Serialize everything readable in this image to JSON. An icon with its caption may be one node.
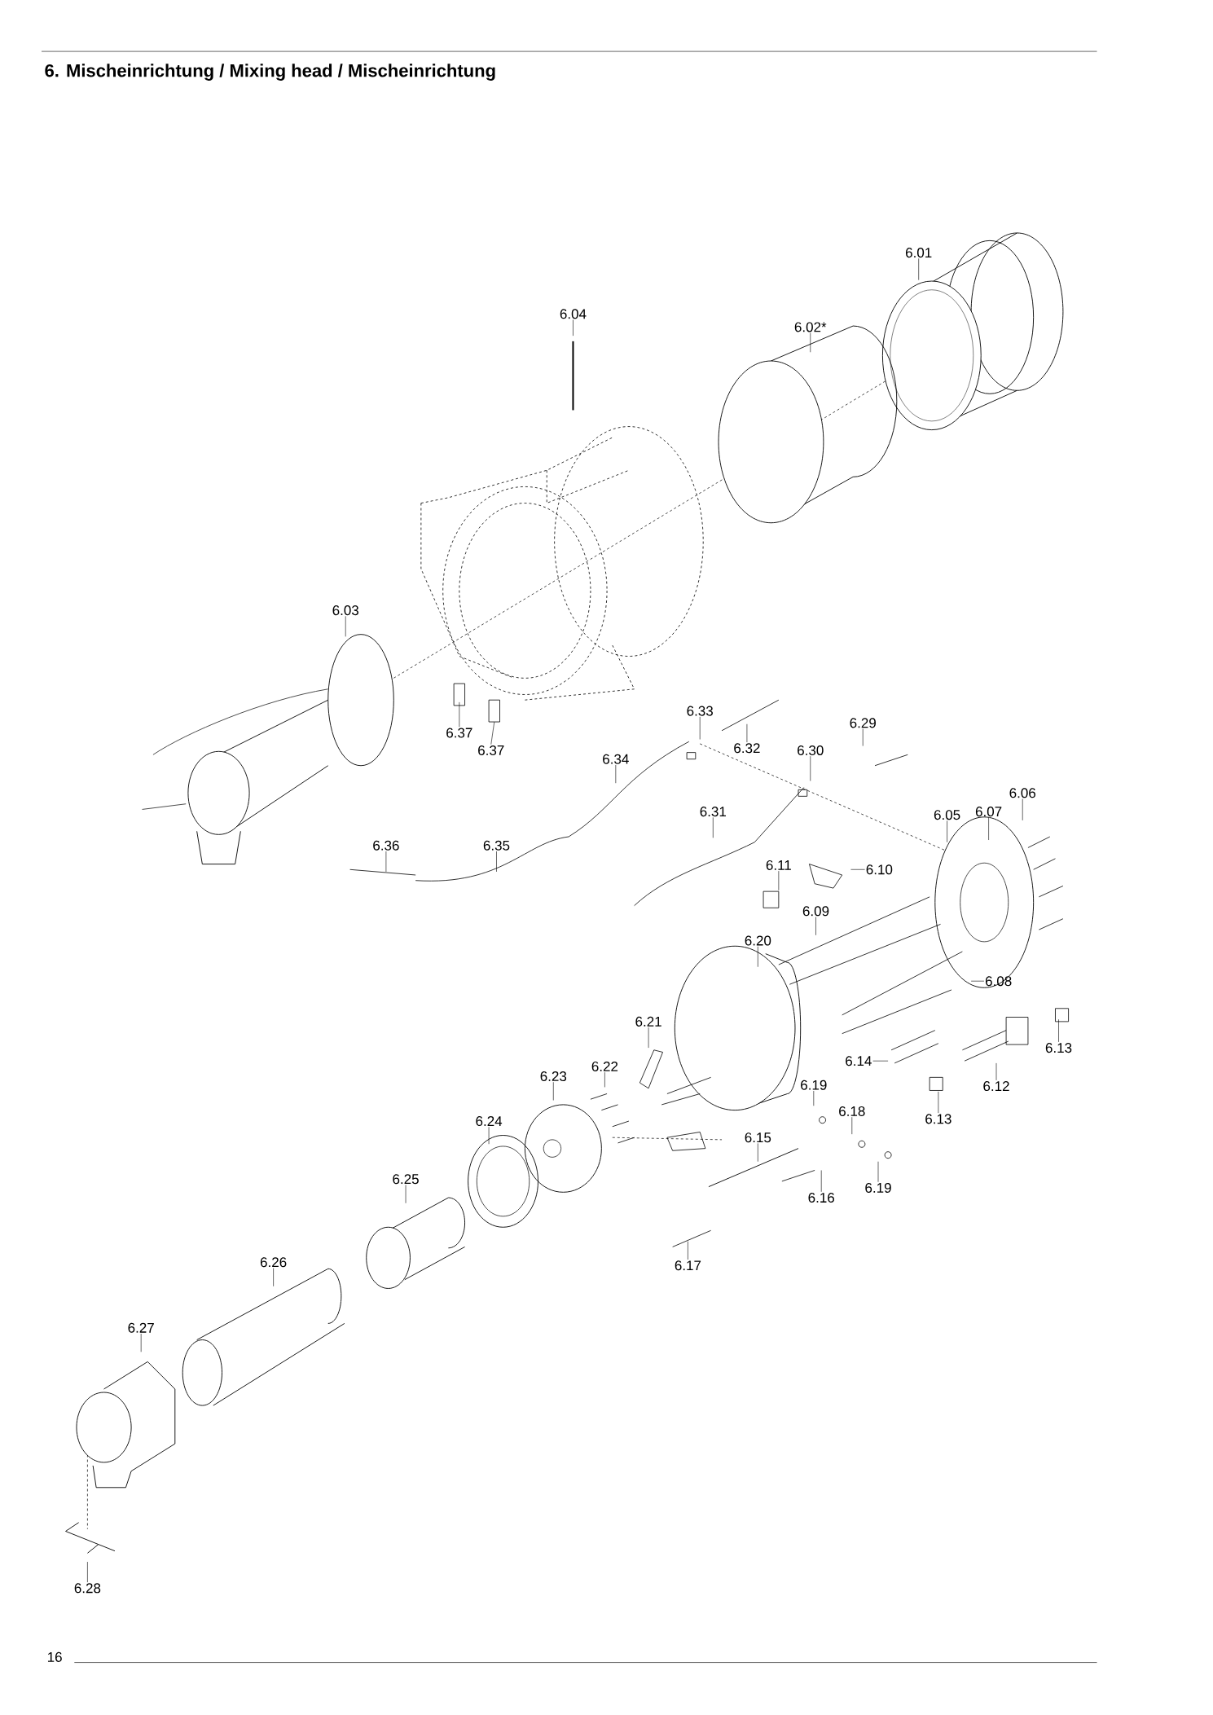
{
  "diagram": {
    "title": "6. Mischeinrichtung / Mixing head / Mischeinrichtung",
    "nodes": [
      {
        "text": [
          "6.01"
        ]
      },
      {
        "text": [
          "6.04"
        ]
      },
      {
        "text": [
          "6.02*"
        ]
      },
      {
        "text": [
          "6.03"
        ]
      },
      {
        "text": [
          "6.37"
        ]
      },
      {
        "text": [
          "6.37"
        ]
      },
      {
        "text": [
          "6.33"
        ]
      },
      {
        "text": [
          "6.32"
        ]
      },
      {
        "text": [
          "6.29"
        ]
      },
      {
        "text": [
          "6.30"
        ]
      },
      {
        "text": [
          "6.34"
        ]
      },
      {
        "text": [
          "6.06"
        ]
      },
      {
        "text": [
          "6.05"
        ]
      },
      {
        "text": [
          "6.07"
        ]
      },
      {
        "text": [
          "6.31"
        ]
      },
      {
        "text": [
          "6.36"
        ]
      },
      {
        "text": [
          "6.35"
        ]
      },
      {
        "text": [
          "6.11"
        ]
      },
      {
        "text": [
          "6.10"
        ]
      },
      {
        "text": [
          "6.09"
        ]
      },
      {
        "text": [
          "6.20"
        ]
      },
      {
        "text": [
          "6.08"
        ]
      },
      {
        "text": [
          "6.21"
        ]
      },
      {
        "text": [
          "6.13"
        ]
      },
      {
        "text": [
          "6.14"
        ]
      },
      {
        "text": [
          "6.22"
        ]
      },
      {
        "text": [
          "6.23"
        ]
      },
      {
        "text": [
          "6.19"
        ]
      },
      {
        "text": [
          "6.12"
        ]
      },
      {
        "text": [
          "6.18"
        ]
      },
      {
        "text": [
          "6.13"
        ]
      },
      {
        "text": [
          "6.24"
        ]
      },
      {
        "text": [
          "6.15"
        ]
      },
      {
        "text": [
          "6.25"
        ]
      },
      {
        "text": [
          "6.19"
        ]
      },
      {
        "text": [
          "6.16"
        ]
      },
      {
        "text": [
          "6.17"
        ]
      },
      {
        "text": [
          "6.26"
        ]
      },
      {
        "text": [
          "6.27"
        ]
      },
      {
        "text": [
          "6.28"
        ]
      }
    ],
    "edges": [
      {
        "from": 0,
        "to": null,
        "arrow": "none"
      },
      {
        "from": 1,
        "to": null,
        "arrow": "none"
      },
      {
        "from": 2,
        "to": null,
        "arrow": "none"
      },
      {
        "from": 3,
        "to": null,
        "arrow": "none"
      },
      {
        "from": 4,
        "to": null,
        "arrow": "none"
      },
      {
        "from": 5,
        "to": null,
        "arrow": "none"
      },
      {
        "from": 6,
        "to": null,
        "arrow": "none"
      },
      {
        "from": 7,
        "to": null,
        "arrow": "none"
      },
      {
        "from": 8,
        "to": null,
        "arrow": "none"
      },
      {
        "from": 9,
        "to": null,
        "arrow": "none"
      },
      {
        "from": 10,
        "to": null,
        "arrow": "none"
      },
      {
        "from": 11,
        "to": null,
        "arrow": "none"
      },
      {
        "from": 12,
        "to": null,
        "arrow": "none"
      },
      {
        "from": 13,
        "to": null,
        "arrow": "none"
      },
      {
        "from": 14,
        "to": null,
        "arrow": "none"
      },
      {
        "from": 15,
        "to": null,
        "arrow": "none"
      },
      {
        "from": 16,
        "to": null,
        "arrow": "none"
      },
      {
        "from": 17,
        "to": null,
        "arrow": "none"
      },
      {
        "from": 18,
        "to": null,
        "arrow": "none"
      },
      {
        "from": 19,
        "to": null,
        "arrow": "none"
      },
      {
        "from": 20,
        "to": null,
        "arrow": "none"
      },
      {
        "from": 21,
        "to": null,
        "arrow": "none"
      },
      {
        "from": 22,
        "to": null,
        "arrow": "none"
      },
      {
        "from": 23,
        "to": null,
        "arrow": "none"
      },
      {
        "from": 24,
        "to": null,
        "arrow": "none"
      },
      {
        "from": 25,
        "to": null,
        "arrow": "none"
      },
      {
        "from": 26,
        "to": null,
        "arrow": "none"
      },
      {
        "from": 27,
        "to": null,
        "arrow": "none"
      },
      {
        "from": 28,
        "to": null,
        "arrow": "none"
      },
      {
        "from": 29,
        "to": null,
        "arrow": "none"
      },
      {
        "from": 30,
        "to": null,
        "arrow": "none"
      },
      {
        "from": 31,
        "to": null,
        "arrow": "none"
      },
      {
        "from": 32,
        "to": null,
        "arrow": "none"
      },
      {
        "from": 33,
        "to": null,
        "arrow": "none"
      },
      {
        "from": 34,
        "to": null,
        "arrow": "none"
      },
      {
        "from": 35,
        "to": null,
        "arrow": "none"
      },
      {
        "from": 36,
        "to": null,
        "arrow": "none"
      },
      {
        "from": 37,
        "to": null,
        "arrow": "none"
      },
      {
        "from": 38,
        "to": null,
        "arrow": "none"
      },
      {
        "from": 39,
        "to": null,
        "arrow": "none"
      }
    ],
    "labels": [
      "16"
    ]
  }
}
